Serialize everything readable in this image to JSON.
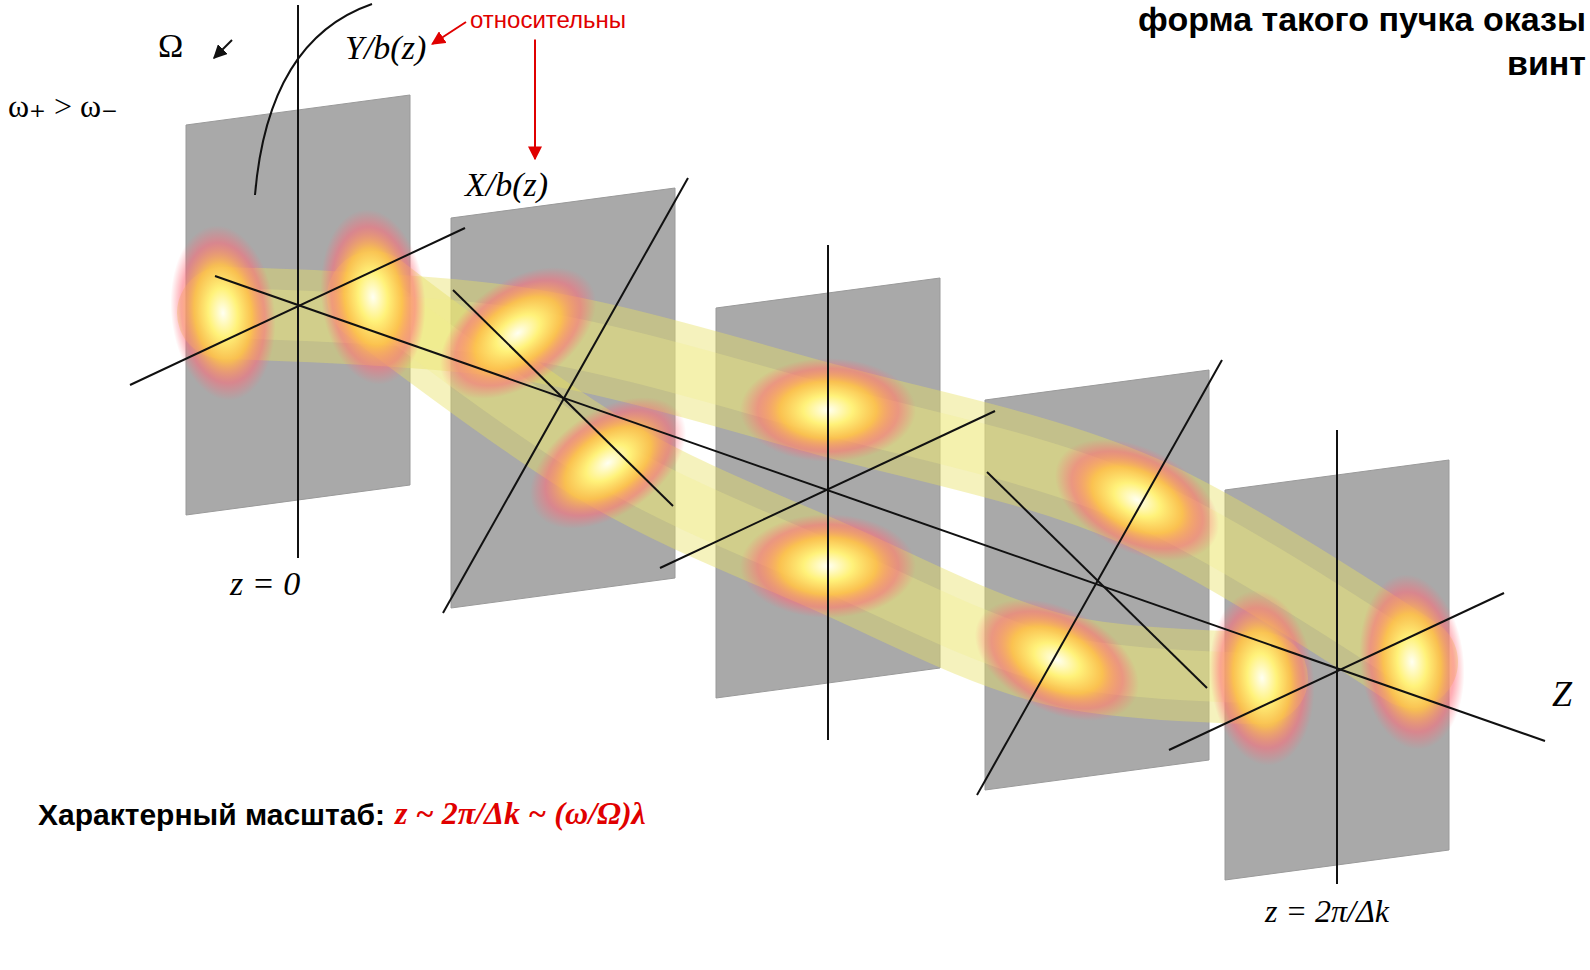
{
  "diagram": {
    "labels": [
      "Ω",
      "Y/b(z)",
      "относительны",
      "форма такого пучка оказы",
      "винт",
      "ω₊ > ω₋",
      "X/b(z)",
      "z = 0",
      "Z",
      "z = 2π/Δk",
      "Характерный масштаб:",
      "z ~ 2π/Δk ~ (ω/Ω)λ"
    ]
  }
}
